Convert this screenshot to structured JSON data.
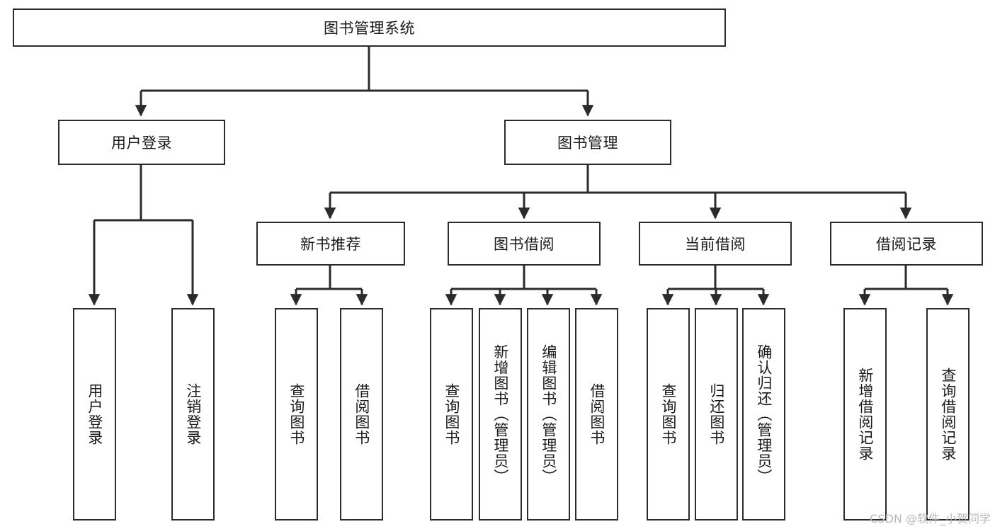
{
  "diagram": {
    "title": "图书管理系统",
    "type": "tree-hierarchy-diagram",
    "colors": {
      "border": "#2b2b2b",
      "background": "#ffffff",
      "text": "#1a1a1a",
      "watermark": "#b9b9b9"
    },
    "root": {
      "label": "图书管理系统"
    },
    "level2": [
      {
        "label": "用户登录"
      },
      {
        "label": "图书管理"
      }
    ],
    "level3": [
      {
        "label": "新书推荐"
      },
      {
        "label": "图书借阅"
      },
      {
        "label": "当前借阅"
      },
      {
        "label": "借阅记录"
      }
    ],
    "leaves": {
      "user_login": [
        {
          "label": "用户登录"
        },
        {
          "label": "注销登录"
        }
      ],
      "new_book_recommend": [
        {
          "label": "查询图书"
        },
        {
          "label": "借阅图书"
        }
      ],
      "book_borrow": [
        {
          "label": "查询图书"
        },
        {
          "label": "新增图书（管理员）"
        },
        {
          "label": "编辑图书（管理员）"
        },
        {
          "label": "借阅图书"
        }
      ],
      "current_borrow": [
        {
          "label": "查询图书"
        },
        {
          "label": "归还图书"
        },
        {
          "label": "确认归还（管理员）"
        }
      ],
      "borrow_record": [
        {
          "label": "新增借阅记录"
        },
        {
          "label": "查询借阅记录"
        }
      ]
    }
  },
  "watermark": {
    "text": "CSDN @软件_小贺同学"
  }
}
